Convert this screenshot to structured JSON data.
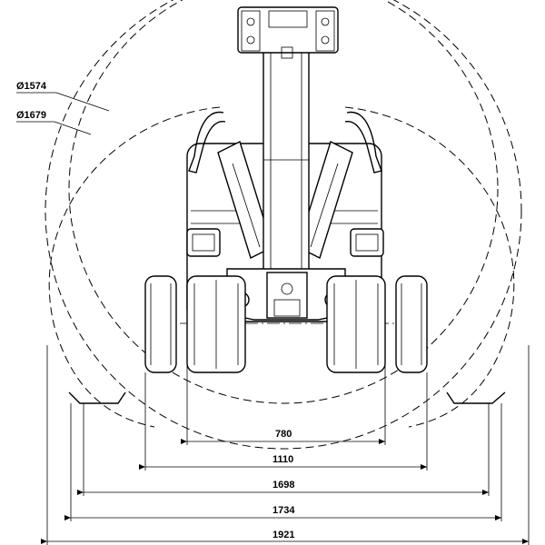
{
  "drawing": {
    "diameter_labels": [
      "Ø1574",
      "Ø1679"
    ],
    "dimension_labels": [
      "780",
      "1110",
      "1698",
      "1734",
      "1921"
    ]
  }
}
